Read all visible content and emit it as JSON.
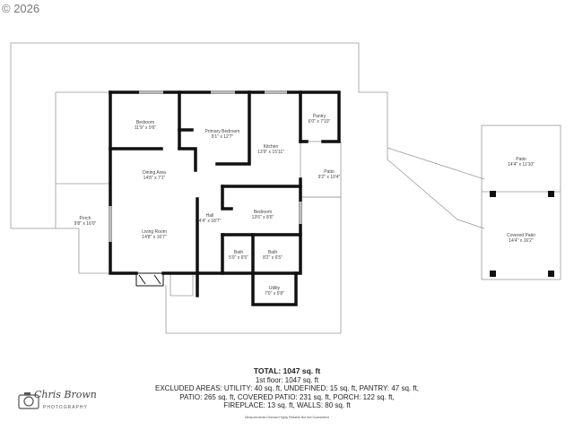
{
  "copyright": "© 2026",
  "rooms": [
    {
      "name": "Bedroom",
      "dims": "11'9\" x 9'6\""
    },
    {
      "name": "Primary Bedroom",
      "dims": "9'1\" x 12'7\""
    },
    {
      "name": "Kitchen",
      "dims": "13'9\" x 15'11\""
    },
    {
      "name": "Pantry",
      "dims": "6'0\" x 7'10\""
    },
    {
      "name": "Patio",
      "dims": "9'2\" x 10'4\""
    },
    {
      "name": "Dining Area",
      "dims": "14'8\" x 7'1\""
    },
    {
      "name": "Porch",
      "dims": "9'8\" x 16'0\""
    },
    {
      "name": "Living Room",
      "dims": "14'8\" x 16'7\""
    },
    {
      "name": "Hall",
      "dims": "4'4\" x 18'7\""
    },
    {
      "name": "Bedroom",
      "dims": "13'6\" x 8'6\""
    },
    {
      "name": "Bath",
      "dims": "5'0\" x 6'5\""
    },
    {
      "name": "Bath",
      "dims": "8'2\" x 6'5\""
    },
    {
      "name": "Utility",
      "dims": "7'0\" x 5'8\""
    },
    {
      "name": "Patio",
      "dims": "14'4\" x 11'10\""
    },
    {
      "name": "Covered Patio",
      "dims": "14'4\" x 16'2\""
    }
  ],
  "summary": {
    "total": "TOTAL: 1047 sq. ft",
    "floor": "1st floor: 1047 sq. ft",
    "excluded_1": "EXCLUDED AREAS: UTILITY: 40 sq. ft, UNDEFINED: 15 sq. ft, PANTRY: 47 sq. ft,",
    "excluded_2": "PATIO: 265 sq. ft, COVERED PATIO: 231 sq. ft, PORCH: 122 sq. ft,",
    "excluded_3": "FIREPLACE: 13 sq. ft, WALLS: 80 sq. ft",
    "disclaimer": "Measurements Deemed Highly Reliable But Not Guaranteed"
  },
  "logo": {
    "script": "Chris Brown",
    "sub": "PHOTOGRAPHY"
  }
}
